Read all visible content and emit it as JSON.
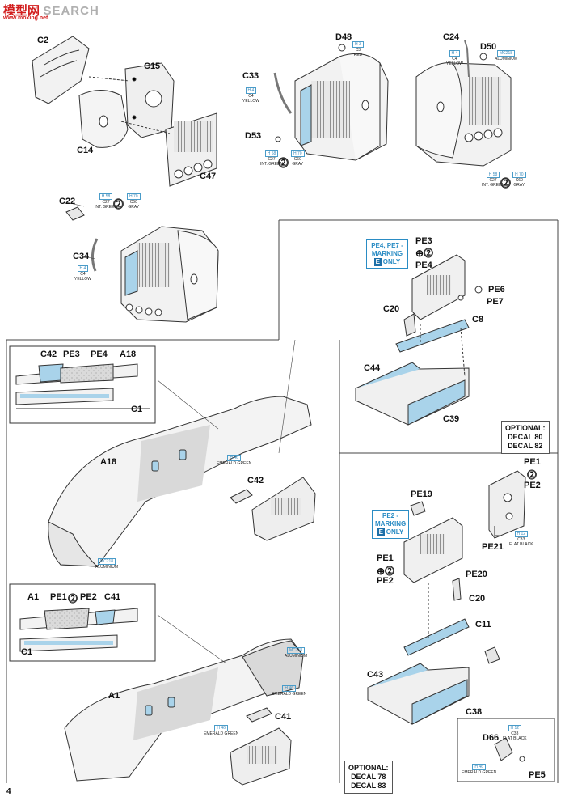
{
  "watermark": {
    "brand": "模型网",
    "word": "SEARCH",
    "url": "www.moxing.net"
  },
  "page_number": "4",
  "step1": {
    "labels": {
      "c2": "C2",
      "c15": "C15",
      "c14": "C14",
      "c47": "C47"
    }
  },
  "step2": {
    "labels": {
      "d48": "D48",
      "c33": "C33",
      "d53": "D53"
    },
    "codes": {
      "d48": {
        "code": "H 3",
        "ref": "C3",
        "name": "RED"
      },
      "c33": {
        "code": "H 4",
        "ref": "C4",
        "name": "YELLOW"
      },
      "d53a": {
        "code": "H 58",
        "ref": "C27",
        "name": "INT. GREEN"
      },
      "d53b": {
        "code": "H 70",
        "ref": "C60",
        "name": "GRAY"
      }
    }
  },
  "step3": {
    "labels": {
      "c24": "C24",
      "d50": "D50"
    },
    "codes": {
      "c24": {
        "code": "H 4",
        "ref": "C4",
        "name": "YELLOW"
      },
      "d50": {
        "code": "MC218",
        "name": "ALUMINIUM"
      },
      "ba": {
        "code": "H 58",
        "ref": "C27",
        "name": "INT. GREEN"
      },
      "bb": {
        "code": "H 70",
        "ref": "C60",
        "name": "GRAY"
      }
    }
  },
  "step4": {
    "labels": {
      "c22": "C22",
      "c34": "C34"
    },
    "codes": {
      "c22a": {
        "code": "H 58",
        "ref": "C27",
        "name": "INT. GREEN"
      },
      "c22b": {
        "code": "H 70",
        "ref": "C60",
        "name": "GRAY"
      },
      "c34": {
        "code": "H 4",
        "ref": "C4",
        "name": "YELLOW"
      }
    }
  },
  "step5": {
    "marking": {
      "line1": "PE4, PE7 -",
      "line2": "MARKING",
      "letter": "E",
      "line3": "ONLY"
    },
    "labels": {
      "pe3": "PE3",
      "pe4": "PE4",
      "pe6": "PE6",
      "pe7": "PE7",
      "c20": "C20",
      "c8": "C8",
      "c44": "C44",
      "c39": "C39"
    }
  },
  "step6": {
    "inset_labels": {
      "c42": "C42",
      "pe3": "PE3",
      "pe4": "PE4",
      "a18": "A18",
      "c1": "C1"
    },
    "labels": {
      "a18": "A18",
      "c42": "C42"
    },
    "codes": {
      "emerald": {
        "code": "H 46",
        "name": "EMERALD GREEN"
      },
      "alu": {
        "code": "MC218",
        "name": "ALUMINIUM"
      }
    }
  },
  "optional_top": {
    "line1": "OPTIONAL:",
    "line2": "DECAL 80",
    "line3": "DECAL 82"
  },
  "step7": {
    "marking": {
      "line1": "PE2 -",
      "line2": "MARKING",
      "letter": "E",
      "line3": "ONLY"
    },
    "labels": {
      "pe19": "PE19",
      "pe1": "PE1",
      "pe2": "PE2",
      "pe20": "PE20",
      "c20": "C20",
      "c11": "C11",
      "c43": "C43",
      "c38": "C38"
    },
    "side_labels": {
      "pe1": "PE1",
      "pe2": "PE2",
      "pe21": "PE21"
    },
    "codes": {
      "pe21": {
        "code": "H 12",
        "ref": "C33",
        "name": "FLAT BLACK"
      }
    }
  },
  "step8": {
    "labels": {
      "d66": "D66",
      "pe5": "PE5"
    },
    "codes": {
      "d66": {
        "code": "H 12",
        "ref": "C33",
        "name": "FLAT BLACK"
      },
      "pe5": {
        "code": "H 46",
        "name": "EMERALD GREEN"
      }
    }
  },
  "step9": {
    "inset_labels": {
      "a1": "A1",
      "pe1": "PE1",
      "pe2": "PE2",
      "c41": "C41",
      "c1": "C1"
    },
    "labels": {
      "a1": "A1",
      "c41": "C41"
    },
    "codes": {
      "alu": {
        "code": "MC218",
        "name": "ALUMINIUM"
      },
      "em1": {
        "code": "H 46",
        "name": "EMERALD GREEN"
      },
      "em2": {
        "code": "H 46",
        "name": "EMERALD GREEN"
      }
    }
  },
  "optional_bottom": {
    "line1": "OPTIONAL:",
    "line2": "DECAL 78",
    "line3": "DECAL 83"
  },
  "colors": {
    "accent": "#a9d3ea",
    "part_fill": "#f2f2f2",
    "line": "#333333",
    "code_blue": "#3a8abb"
  }
}
